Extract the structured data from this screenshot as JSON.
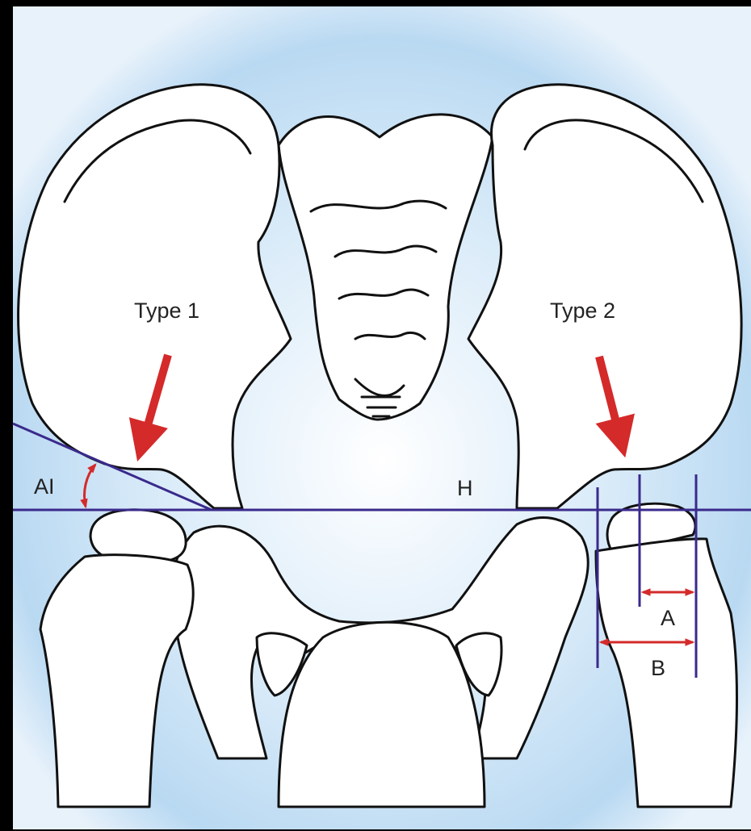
{
  "labels": {
    "type1": "Type 1",
    "type2": "Type 2",
    "ai": "AI",
    "h": "H",
    "a": "A",
    "b": "B"
  },
  "colors": {
    "background_glow": "#bcdcf4",
    "outline": "#111111",
    "reference_lines": "#3a2a8c",
    "arrows_and_angle": "#d42a2a"
  }
}
